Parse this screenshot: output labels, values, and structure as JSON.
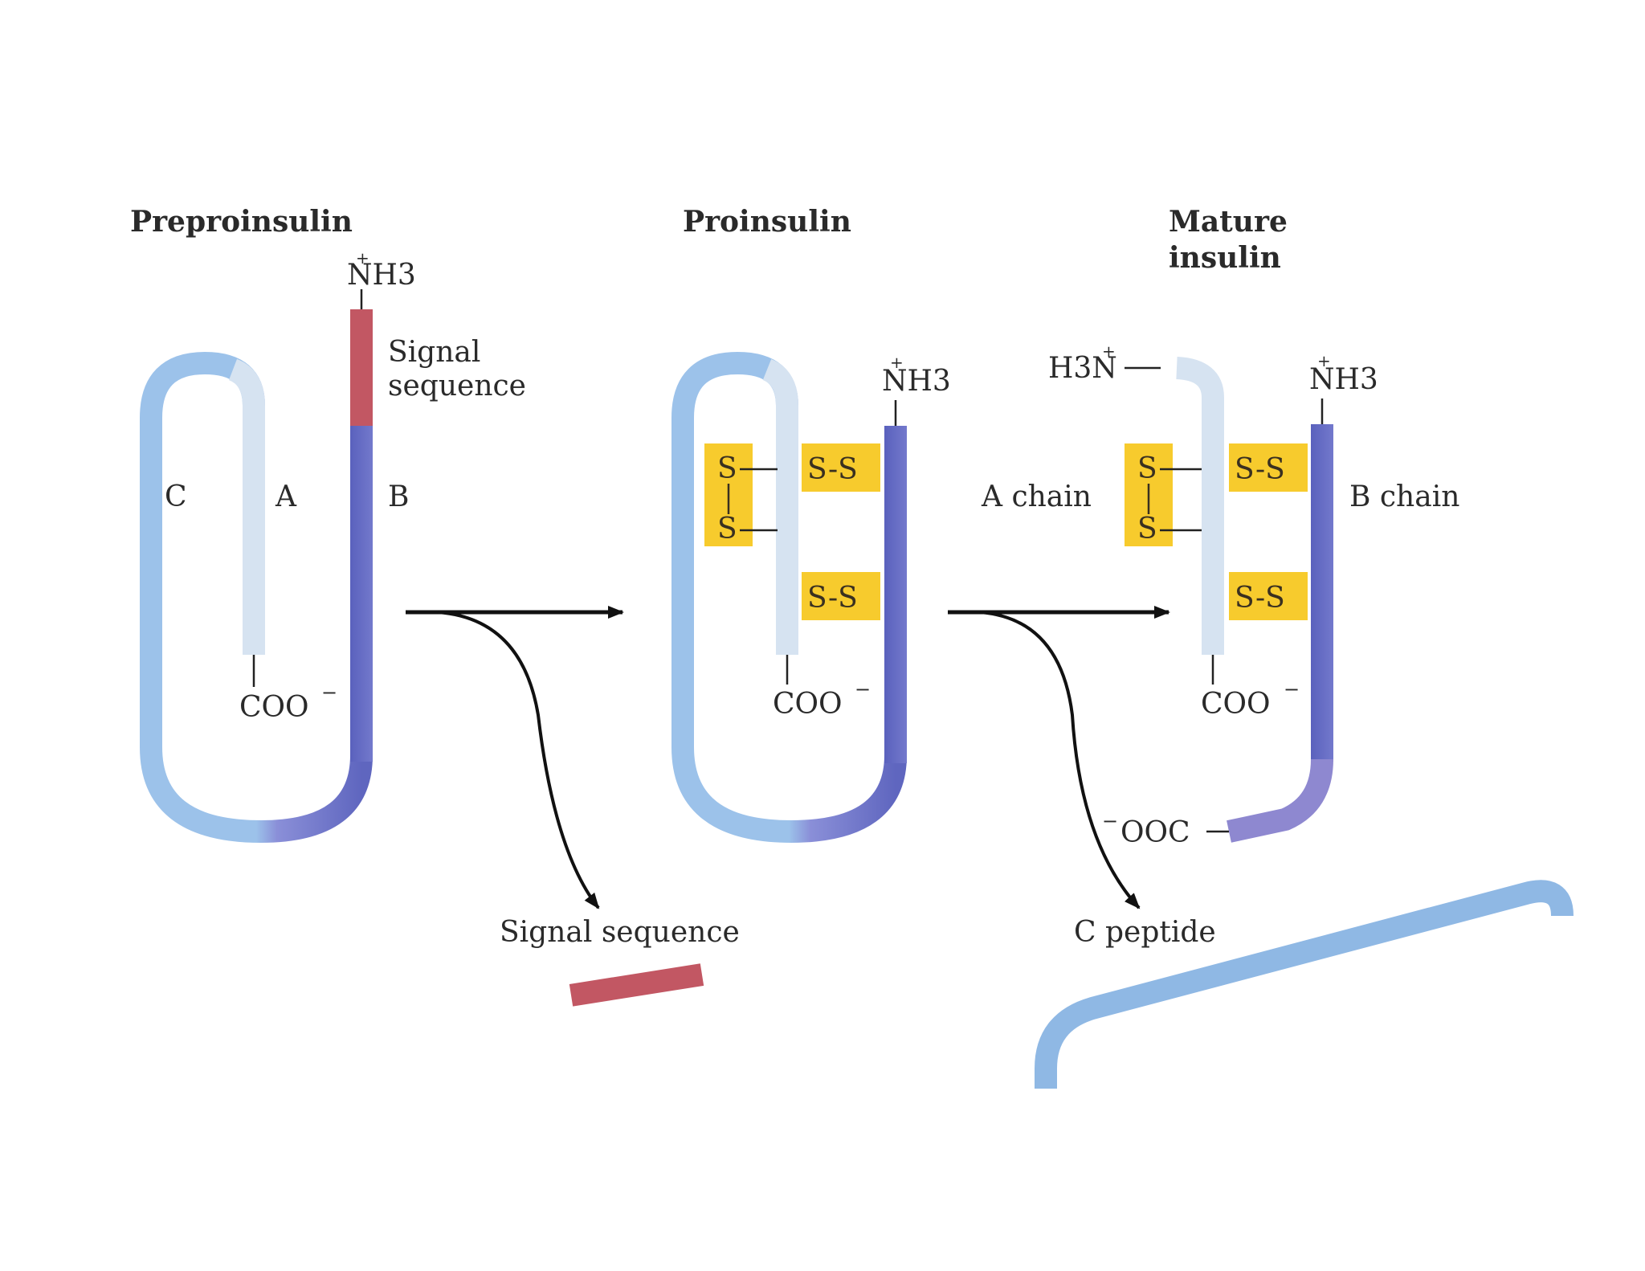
{
  "titles": {
    "preproinsulin": "Preproinsulin",
    "proinsulin": "Proinsulin",
    "mature_line1": "Mature",
    "mature_line2": "insulin"
  },
  "preproinsulin": {
    "nterm": "NH3",
    "plus": "+",
    "signal_line1": "Signal",
    "signal_line2": "sequence",
    "label_c": "C",
    "label_a": "A",
    "label_b": "B",
    "cterm": "COO",
    "minus": "−"
  },
  "proinsulin": {
    "nterm": "NH3",
    "plus": "+",
    "s_intra_top": "S",
    "s_intra_bottom": "S",
    "ss_top": "S-S",
    "ss_bottom": "S-S",
    "cterm": "COO",
    "minus": "−"
  },
  "mature": {
    "a_nterm": "H3N",
    "b_nterm": "NH3",
    "plus": "+",
    "a_chain": "A chain",
    "b_chain": "B chain",
    "s_intra_top": "S",
    "s_intra_bottom": "S",
    "ss_top": "S-S",
    "ss_bottom": "S-S",
    "a_cterm": "COO",
    "b_cterm": "OOC",
    "minus": "−"
  },
  "products": {
    "signal_sequence": "Signal sequence",
    "c_peptide": "C peptide"
  },
  "colors": {
    "a_chain": "#d6e3f1",
    "b_chain": "#6a70c4",
    "c_peptide": "#8fb8e4",
    "signal": "#c25763",
    "disulfide": "#f7cb2d"
  }
}
